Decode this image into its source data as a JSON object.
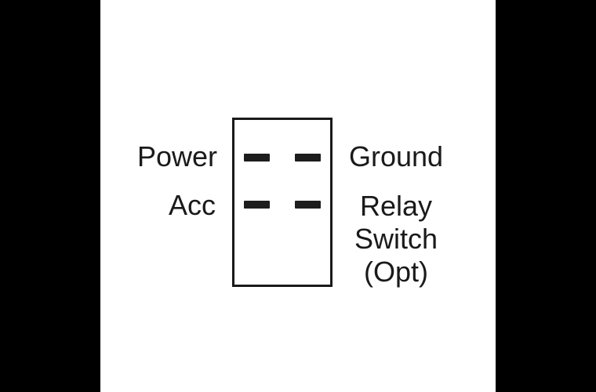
{
  "figure": {
    "description": "Switch terminal wiring diagram with four blade terminals",
    "colors": {
      "ink": "#1a1a1a",
      "background": "#ffffff",
      "pillarbox": "#000000"
    },
    "switch": {
      "terminal_rows": 2,
      "terminal_columns": 2,
      "terminals": [
        {
          "position": "top-left",
          "connects_to": "Power"
        },
        {
          "position": "top-right",
          "connects_to": "Ground"
        },
        {
          "position": "bottom-left",
          "connects_to": "Acc"
        },
        {
          "position": "bottom-right",
          "connects_to": "Relay Switch (Opt)"
        }
      ]
    },
    "labels": {
      "top_left": "Power",
      "bottom_left": "Acc",
      "top_right": "Ground",
      "bottom_right_lines": [
        "Relay",
        "Switch",
        "(Opt)"
      ]
    }
  }
}
